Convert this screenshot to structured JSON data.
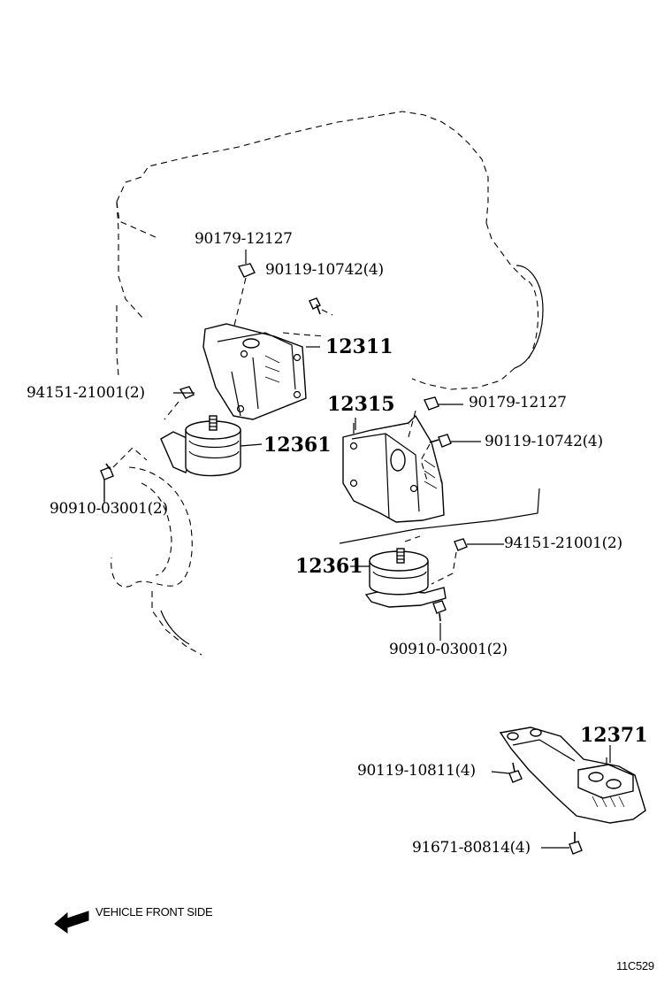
{
  "diagram": {
    "labels": {
      "n90179_top": "90179-12127",
      "n90119_top": "90119-10742(4)",
      "n12311": "12311",
      "n94151_left": "94151-21001(2)",
      "n12361_left": "12361",
      "n90910_left": "90910-03001(2)",
      "n12315": "12315",
      "n90179_right": "90179-12127",
      "n90119_right": "90119-10742(4)",
      "n94151_right": "94151-21001(2)",
      "n12361_right": "12361",
      "n90910_right": "90910-03001(2)",
      "n12371": "12371",
      "n90119_10811": "90119-10811(4)",
      "n91671": "91671-80814(4)"
    },
    "front_arrow_label": "VEHICLE FRONT SIDE",
    "figure_code": "11C529"
  }
}
